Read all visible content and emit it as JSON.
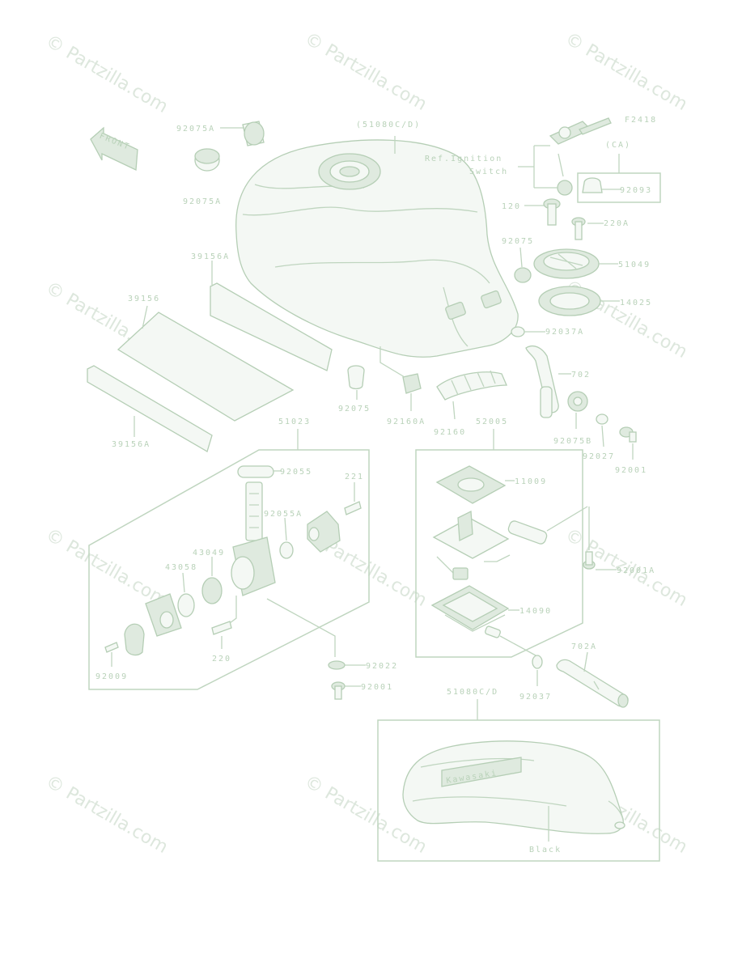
{
  "figure_code": "F2418",
  "watermark": "© Partzilla.com",
  "front_arrow_label": "FRONT",
  "callouts": {
    "c92075a_top": "92075A",
    "c51080cd_top": "(51080C/D)",
    "ref_ignition_1": "Ref.Ignition",
    "ref_ignition_2": "Switch",
    "ca": "(CA)",
    "c92093": "92093",
    "c92075a_left": "92075A",
    "c120": "120",
    "c220a": "220A",
    "c92075_mid": "92075",
    "c51049": "51049",
    "c14025": "14025",
    "c39156a_top": "39156A",
    "c92037a": "92037A",
    "c39156": "39156",
    "c702": "702",
    "c92075_low": "92075",
    "c92160a": "92160A",
    "c92160": "92160",
    "c92075b": "92075B",
    "c92027": "92027",
    "c92001_r": "92001",
    "c39156a_bot": "39156A",
    "c51023": "51023",
    "c52005": "52005",
    "c92055": "92055",
    "c221": "221",
    "c11009": "11009",
    "c92055a": "92055A",
    "c43049": "43049",
    "c43058": "43058",
    "c92001a": "92001A",
    "c14090": "14090",
    "c220": "220",
    "c92009": "92009",
    "c92022": "92022",
    "c702a": "702A",
    "c92001_bot": "92001",
    "c92037": "92037",
    "c51080cd_bot": "51080C/D",
    "kawasaki": "Kawasaki",
    "black": "Black"
  }
}
